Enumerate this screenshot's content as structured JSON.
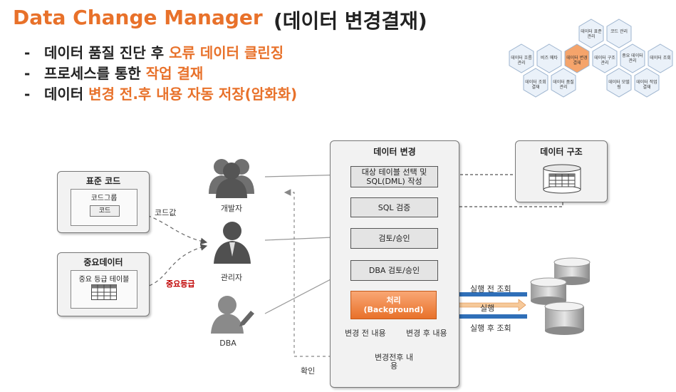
{
  "title": {
    "en": "Data Change Manager",
    "ko": "(데이터 변경결재)"
  },
  "bullets": [
    {
      "dash": "-",
      "plain": "데이터 품질 진단 후 ",
      "accent": "오류 데이터 클린징",
      "rest": ""
    },
    {
      "dash": "-",
      "plain": "프로세스를 통한 ",
      "accent": "작업 결재",
      "rest": ""
    },
    {
      "dash": "-",
      "plain": "데이터 ",
      "accent": "변경 전.후 내용 자동 저장",
      "rest": "(암화화)"
    }
  ],
  "left": {
    "std_code": {
      "title": "표준 코드",
      "group": "코드그룹",
      "code": "코드",
      "edge": "코드값"
    },
    "critical": {
      "title": "중요데이터",
      "table": "중요 등급 테이블",
      "edge": "중요등급"
    }
  },
  "actors": {
    "developer": "개발자",
    "manager": "관리자",
    "dba": "DBA"
  },
  "change": {
    "title": "데이터 변경",
    "steps": [
      "대상 테이블 선택 및 SQL(DML) 작성",
      "SQL 검증",
      "검토/승인",
      "DBA 검토/승인",
      "처리 (Background)"
    ],
    "before": "변경 전 내용",
    "after": "변경 후 내용",
    "store": "변경전후 내용",
    "confirm": "확인"
  },
  "structure": {
    "title": "데이터 구조"
  },
  "db_flows": {
    "before_query": "실행 전 조회",
    "execute": "실행",
    "after_query": "실행 후 조회"
  },
  "hexes": [
    "데이터 표준관리",
    "코드 관리",
    "데이터 흐름관리",
    "비즈 메타",
    "데이터 변경결재",
    "데이터 구조관리",
    "중요 데이터 관리",
    "데이터 조회",
    "데이터 조회결재",
    "데이터 품질관리",
    "데이터 모델링",
    "데이터 작업결재"
  ],
  "colors": {
    "accent": "#e8712a",
    "arrow_blue": "#2f6fb8"
  }
}
